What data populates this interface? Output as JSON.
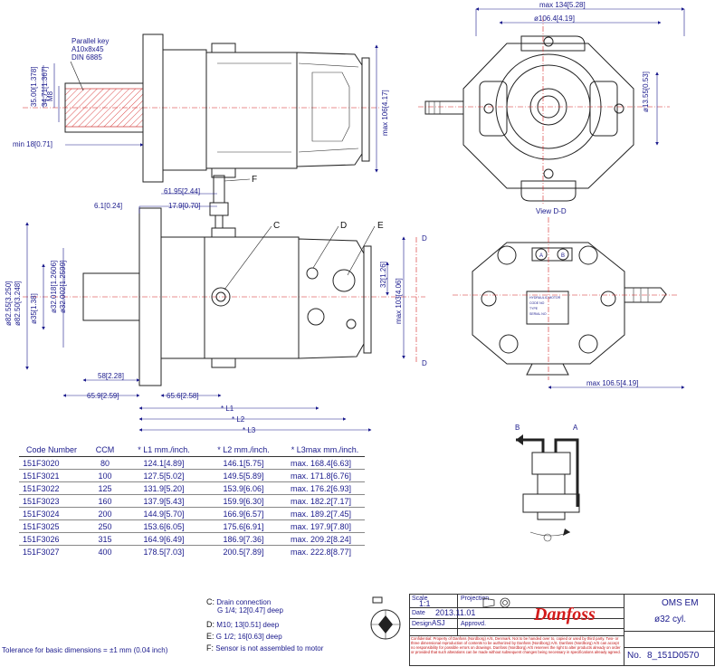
{
  "labels": {
    "parallel_key": [
      "Parallel key",
      "A10x8x45",
      "DIN 6885"
    ],
    "dim_35": "35.00[1.378]",
    "dim_3471": "34.71[1.367]",
    "dim_m8": "M8",
    "dim_min18": "min 18[0.71]",
    "dim_max106_417": "max 106[4.17]",
    "dim_max134": "max 134[5.28]",
    "dim_d1064": "ø106.4[4.19]",
    "dim_d1355": "ø13.55[0.53]",
    "dim_6195": "61.95[2.44]",
    "dim_179": "17.9[0.70]",
    "dim_61": "6.1[0.24]",
    "dim_d32018": "ø32.018[1.2606]",
    "dim_d32002": "ø32.002[1.2599]",
    "dim_d8255": "ø82.55[3.250]",
    "dim_d8250": "ø82.50[3.248]",
    "dim_d35": "ø35[1.38]",
    "dim_58": "58[2.28]",
    "dim_659": "65.9[2.59]",
    "dim_656": "65.6[2.58]",
    "dim_32": "32[1.26]",
    "dim_max103": "max 103[4.06]",
    "dim_max1065": "max 106.5[4.19]",
    "l1": "* L1",
    "l2": "* L2",
    "l3": "* L3",
    "d_mark": "D",
    "view_dd": "View D-D",
    "callout_c": "C",
    "callout_d": "D",
    "callout_e": "E",
    "callout_f": "F",
    "port_a": "A",
    "port_b": "B",
    "badge_a": "A",
    "badge_b": "B",
    "plate": [
      "HYDRAULIC MOTOR",
      "CODE NO",
      "TYPE",
      "SERIAL NO"
    ]
  },
  "table": {
    "headers": [
      "Code Number",
      "CCM",
      "* L1 mm./inch.",
      "* L2 mm./inch.",
      "* L3max mm./inch."
    ],
    "rows": [
      [
        "151F3020",
        "80",
        "124.1[4.89]",
        "146.1[5.75]",
        "max. 168.4[6.63]"
      ],
      [
        "151F3021",
        "100",
        "127.5[5.02]",
        "149.5[5.89]",
        "max. 171.8[6.76]"
      ],
      [
        "151F3022",
        "125",
        "131.9[5.20]",
        "153.9[6.06]",
        "max. 176.2[6.93]"
      ],
      [
        "151F3023",
        "160",
        "137.9[5.43]",
        "159.9[6.30]",
        "max. 182.2[7.17]"
      ],
      [
        "151F3024",
        "200",
        "144.9[5.70]",
        "166.9[6.57]",
        "max. 189.2[7.45]"
      ],
      [
        "151F3025",
        "250",
        "153.6[6.05]",
        "175.6[6.91]",
        "max. 197.9[7.80]"
      ],
      [
        "151F3026",
        "315",
        "164.9[6.49]",
        "186.9[7.36]",
        "max. 209.2[8.24]"
      ],
      [
        "151F3027",
        "400",
        "178.5[7.03]",
        "200.5[7.89]",
        "max. 222.8[8.77]"
      ]
    ]
  },
  "notes": {
    "c_label": "C:",
    "c_text1": "Drain connection",
    "c_text2": "G 1/4; 12[0.47] deep",
    "d_label": "D:",
    "d_text": "M10; 13[0.51] deep",
    "e_label": "E:",
    "e_text": "G 1/2; 16[0.63] deep",
    "f_label": "F:",
    "f_text": "Sensor is not assembled to motor",
    "tolerance": "Tolerance for basic dimensions = ±1 mm (0.04 inch)"
  },
  "title_block": {
    "scale_label": "Scale",
    "scale_value": "1:1",
    "projection_label": "Projection",
    "date_label": "Date",
    "date_value": "2013.11.01",
    "design_label": "Design",
    "design_value": "ASJ",
    "approved_label": "Approvd.",
    "brand": "Danfoss",
    "model": "OMS EM",
    "shaft": "ø32 cyl.",
    "no_label": "No.",
    "drawing_no": "8_151D0570",
    "confidential": "Confidential: Property of Danfoss (Nordborg) A/S, Denmark. Not to be handed over to, copied or used by third party. Two- or three dimensional reproduction of contents to be authorized by Danfoss (Nordborg) A/S. Danfoss (Nordborg) A/S can accept no responsibility for possible errors on drawings. Danfoss (Nordborg) A/S reserves the right to alter products already on order or provided that such alterations can be made without subsequent changes being necessary in specifications already agreed."
  },
  "colors": {
    "ink": "#1a1a8c",
    "red": "#d42020",
    "line": "#222222"
  }
}
